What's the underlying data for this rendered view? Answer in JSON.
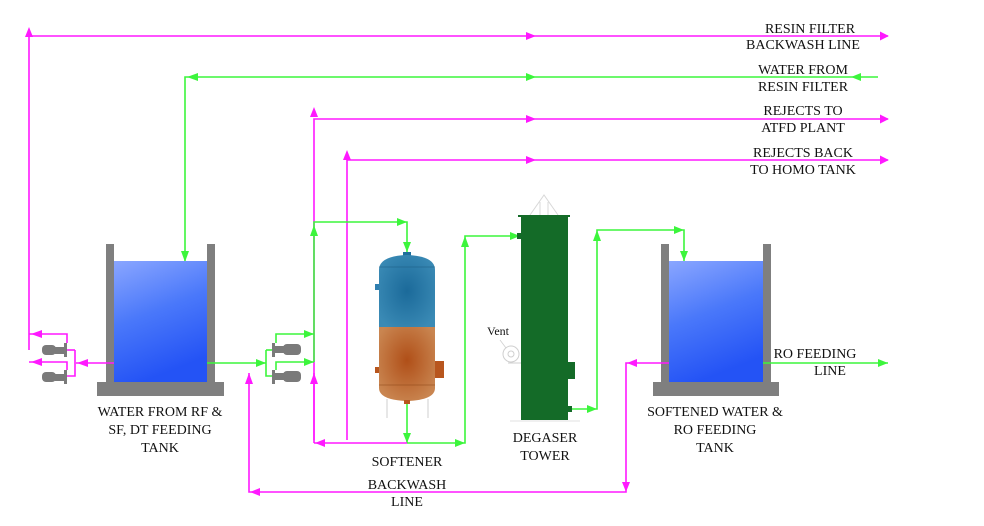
{
  "title": "Softener & Degaser Process Flow Diagram",
  "colors": {
    "water_line": "#3cf53c",
    "backwash_line": "#ff19ff",
    "tank_wall": "#7f7f7f",
    "tank_water_top": "#8aa6ff",
    "tank_water_bottom": "#2453f5",
    "softener_top": "#1f6f9c",
    "softener_bottom": "#b8561e",
    "degaser": "#146b28",
    "pump": "#7a7a7a"
  },
  "external_lines": [
    {
      "id": "resin-filter-backwash",
      "line1": "RESIN FILTER",
      "line2": "BACKWASH LINE",
      "type": "backwash",
      "direction": "out"
    },
    {
      "id": "water-from-resin-filter",
      "line1": "WATER FROM",
      "line2": "RESIN FILTER",
      "type": "water",
      "direction": "in"
    },
    {
      "id": "rejects-to-atfd",
      "line1": "REJECTS TO",
      "line2": "ATFD PLANT",
      "type": "backwash",
      "direction": "out"
    },
    {
      "id": "rejects-back-homo",
      "line1": "REJECTS BACK",
      "line2": "TO HOMO TANK",
      "type": "backwash",
      "direction": "out"
    },
    {
      "id": "ro-feeding-line",
      "line1": "RO FEEDING",
      "line2": "LINE",
      "type": "water",
      "direction": "out"
    }
  ],
  "equipment": {
    "feed_tank": {
      "line1": "WATER FROM RF &",
      "line2": "SF, DT FEEDING",
      "line3": "TANK"
    },
    "softener": {
      "label": "SOFTENER"
    },
    "degaser": {
      "line1": "DEGASER",
      "line2": "TOWER",
      "vent_label": "Vent"
    },
    "ro_tank": {
      "line1": "SOFTENED WATER &",
      "line2": "RO FEEDING",
      "line3": "TANK"
    },
    "backwash": {
      "line1": "BACKWASH",
      "line2": "LINE"
    }
  }
}
